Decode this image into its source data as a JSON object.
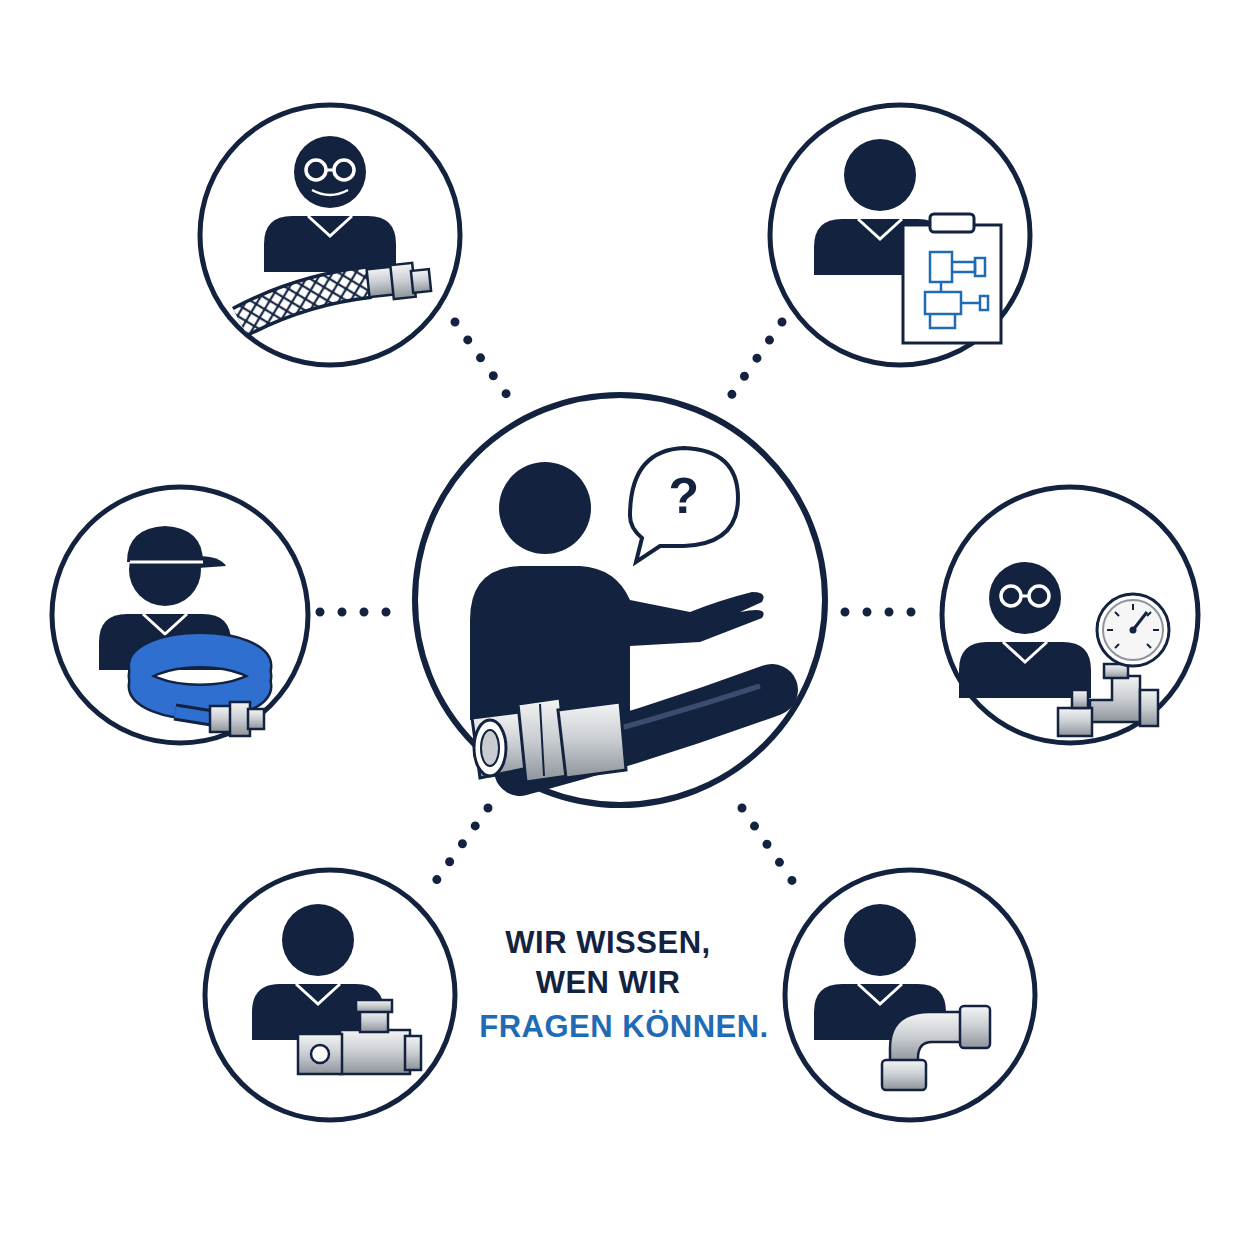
{
  "diagram": {
    "labels": [
      "?",
      "WIR WISSEN, WEN WIR",
      "FRAGEN KÖNNEN."
    ]
  }
}
